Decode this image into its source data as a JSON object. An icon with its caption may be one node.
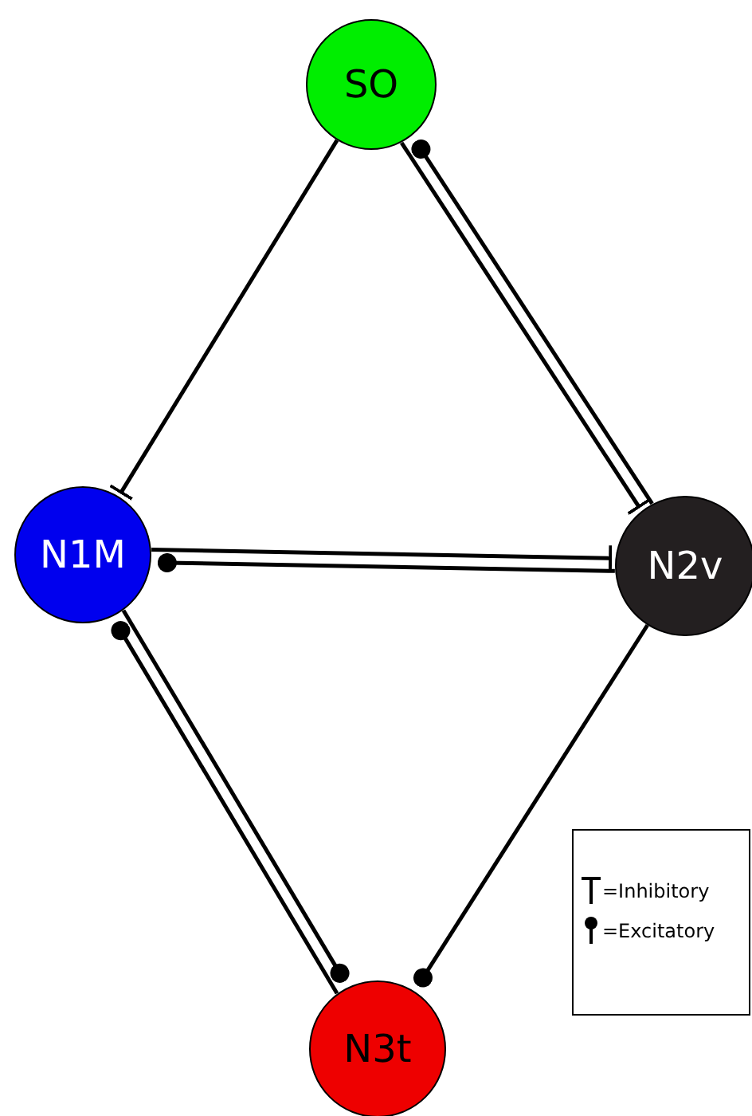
{
  "diagram": {
    "nodes": [
      {
        "text": [
          "SO"
        ]
      },
      {
        "text": [
          "N1M"
        ]
      },
      {
        "text": [
          "N2v"
        ]
      },
      {
        "text": [
          "N3t"
        ]
      }
    ],
    "edges": [
      {
        "from": 0,
        "to": 1,
        "arrow": "other"
      },
      {
        "from": 0,
        "to": 2,
        "arrow": "other"
      },
      {
        "from": 2,
        "to": 0,
        "arrow": "other"
      },
      {
        "from": 1,
        "to": 2,
        "arrow": "other"
      },
      {
        "from": 2,
        "to": 1,
        "arrow": "other"
      },
      {
        "from": 3,
        "to": 1,
        "arrow": "other"
      },
      {
        "from": 1,
        "to": 3,
        "arrow": "other"
      },
      {
        "from": 2,
        "to": 3,
        "arrow": "other"
      }
    ],
    "legend": [
      {
        "text": "=Inhibitory"
      },
      {
        "text": "=Excitatory"
      }
    ]
  }
}
